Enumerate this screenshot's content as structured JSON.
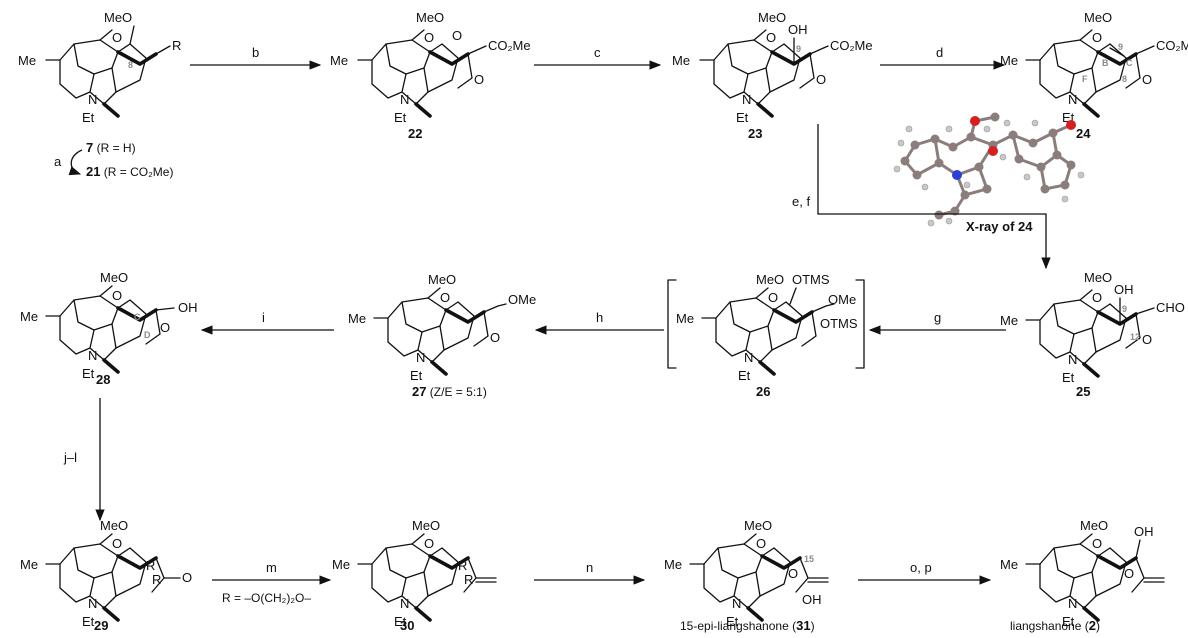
{
  "conditions": {
    "a": "a",
    "b": "b",
    "c": "c",
    "d": "d",
    "ef": "e, f",
    "g": "g",
    "h": "h",
    "i": "i",
    "jl": "j–l",
    "m": "m",
    "n": "n",
    "op": "o, p"
  },
  "reagent_note": "R = –O(CH₂)₂O–",
  "xray_label": "X-ray of 24",
  "compounds": {
    "c7": {
      "num": "7",
      "note": " (R = H)"
    },
    "c21": {
      "num": "21",
      "note": " (R = CO₂Me)"
    },
    "c22": {
      "num": "22"
    },
    "c23": {
      "num": "23"
    },
    "c24": {
      "num": "24"
    },
    "c25": {
      "num": "25"
    },
    "c26": {
      "num": "26"
    },
    "c27": {
      "num": "27",
      "note": " (Z/E = 5:1)"
    },
    "c28": {
      "num": "28"
    },
    "c29": {
      "num": "29"
    },
    "c30": {
      "num": "30"
    },
    "c31": {
      "prefix": "15-epi-liangshanone (",
      "num": "31",
      "suffix": ")"
    },
    "c2": {
      "prefix": "liangshanone (",
      "num": "2",
      "suffix": ")"
    }
  },
  "atoms": {
    "me": "Me",
    "meo": "MeO",
    "n": "N",
    "et": "Et",
    "o": "O",
    "oh": "OH",
    "co2me": "CO₂Me",
    "cho": "CHO",
    "ome": "OMe",
    "otms": "OTMS",
    "r": "R"
  },
  "ring_letters": {
    "b": "B",
    "c": "C",
    "d": "D",
    "f": "F"
  },
  "position_labels": {
    "p8": "8",
    "p9": "9",
    "p12": "12",
    "p15": "15"
  },
  "colors": {
    "ink": "#111111",
    "ring_label": "#8a8a8a",
    "nitrogen": "#2b3fd6",
    "oxygen": "#d42020",
    "carbon": "#8c7d7d"
  }
}
